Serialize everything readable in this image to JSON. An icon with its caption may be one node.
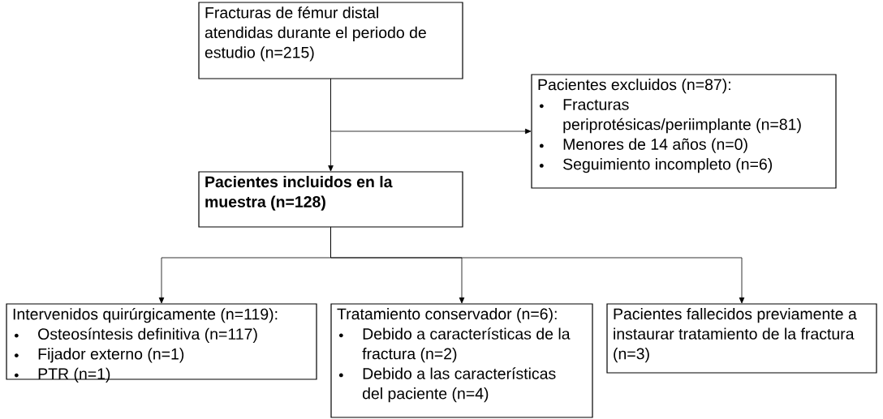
{
  "diagram": {
    "nodes": [
      {
        "text": [
          "Fracturas de fémur distal atendidas durante el periodo de estudio (n=215)"
        ]
      },
      {
        "text": [
          "Pacientes excluidos (n=87):",
          "Fracturas periprotésicas/periimplante (n=81)",
          "Menores de 14 años (n=0)",
          "Seguimiento incompleto (n=6)"
        ]
      },
      {
        "text": [
          "Pacientes incluidos en la muestra (n=128)"
        ]
      },
      {
        "text": [
          "Intervenidos quirúrgicamente (n=119):",
          "Osteosíntesis definitiva (n=117)",
          "Fijador externo (n=1)",
          "PTR (n=1)"
        ]
      },
      {
        "text": [
          "Tratamiento conservador (n=6):",
          "Debido a características de la fractura (n=2)",
          "Debido a las características del paciente (n=4)"
        ]
      },
      {
        "text": [
          "Pacientes fallecidos previamente a instaurar tratamiento de la fractura (n=3)"
        ]
      }
    ],
    "edges": [
      {
        "from": 0,
        "to": 2,
        "arrow": "to"
      },
      {
        "from": 0,
        "to": 1,
        "arrow": "to"
      },
      {
        "from": 2,
        "to": 3,
        "arrow": "to"
      },
      {
        "from": 2,
        "to": 4,
        "arrow": "to"
      },
      {
        "from": 2,
        "to": 5,
        "arrow": "to"
      }
    ]
  }
}
